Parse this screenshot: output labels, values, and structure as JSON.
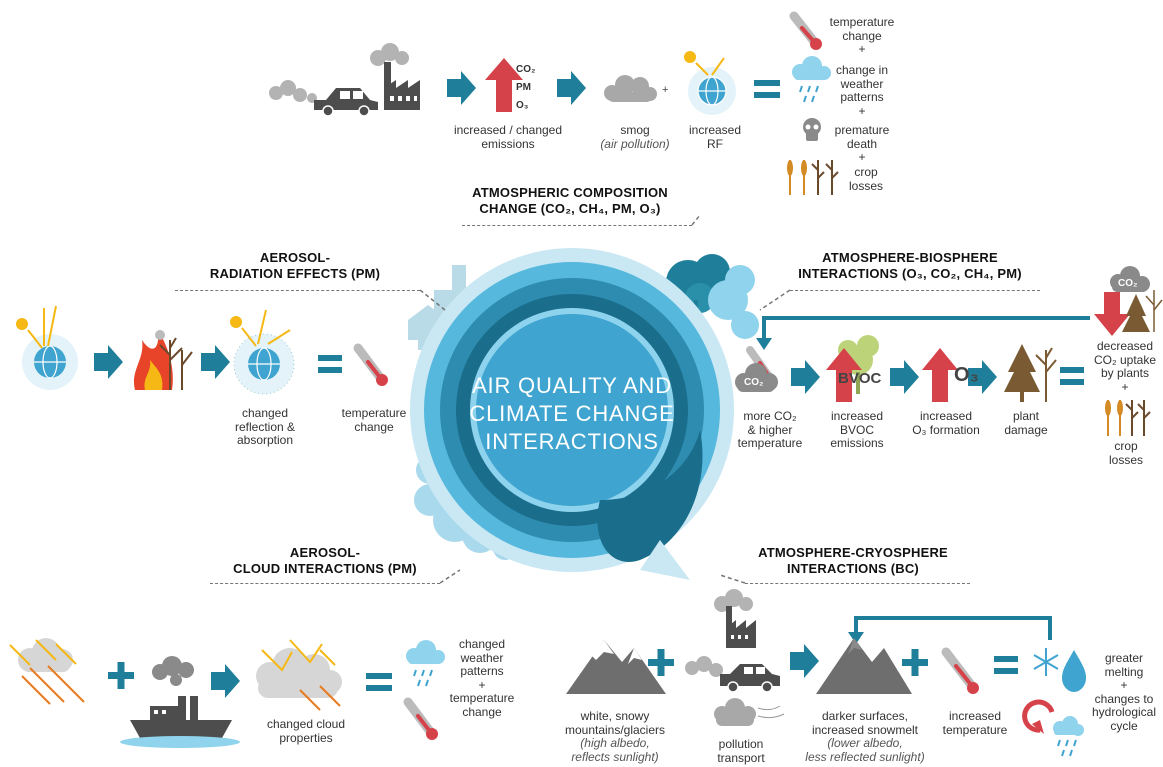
{
  "title": {
    "line1": "AIR QUALITY AND",
    "line2": "CLIMATE CHANGE",
    "line3": "INTERACTIONS"
  },
  "headers": {
    "composition": {
      "line1": "ATMOSPHERIC COMPOSITION",
      "line2": "CHANGE  (CO₂, CH₄, PM, O₃)"
    },
    "aerosol_radiation": {
      "line1": "AEROSOL-",
      "line2": "RADIATION EFFECTS (PM)"
    },
    "biosphere": {
      "line1": "ATMOSPHERE-BIOSPHERE",
      "line2": "INTERACTIONS (O₃, CO₂, CH₄, PM)"
    },
    "aerosol_cloud": {
      "line1": "AEROSOL-",
      "line2": "CLOUD INTERACTIONS (PM)"
    },
    "cryosphere": {
      "line1": "ATMOSPHERE-CRYOSPHERE",
      "line2": "INTERACTIONS (BC)"
    }
  },
  "composition": {
    "gases": {
      "co2": "CO₂",
      "pm": "PM",
      "o3": "O₃"
    },
    "emissions": {
      "line1": "increased / changed",
      "line2": "emissions"
    },
    "smog": {
      "line1": "smog",
      "line2": "(air pollution)"
    },
    "plus": "+",
    "rf": {
      "line1": "increased",
      "line2": "RF"
    },
    "outcomes": {
      "temp": {
        "line1": "temperature",
        "line2": "change"
      },
      "p1": "+",
      "weather": {
        "line1": "change in",
        "line2": "weather",
        "line3": "patterns"
      },
      "p2": "+",
      "death": {
        "line1": "premature",
        "line2": "death"
      },
      "p3": "+",
      "crop": {
        "line1": "crop",
        "line2": "losses"
      }
    }
  },
  "radiation": {
    "reflection": {
      "line1": "changed",
      "line2": "reflection &",
      "line3": "absorption"
    },
    "temp": {
      "line1": "temperature",
      "line2": "change"
    }
  },
  "biosphere": {
    "co2_badge": "CO₂",
    "co2_badge2": "CO₂",
    "bvoc": "BVOC",
    "o3": "O₃",
    "more_co2": {
      "line1": "more CO₂",
      "line2": "& higher",
      "line3": "temperature"
    },
    "bvoc_em": {
      "line1": "increased",
      "line2": "BVOC",
      "line3": "emissions"
    },
    "o3_form": {
      "line1": "increased",
      "line2": "O₃ formation"
    },
    "damage": {
      "line1": "plant",
      "line2": "damage"
    },
    "uptake": {
      "line1": "decreased",
      "line2": "CO₂ uptake",
      "line3": "by plants",
      "line4": "+"
    },
    "crop": {
      "line1": "crop",
      "line2": "losses"
    }
  },
  "cloud": {
    "props": {
      "line1": "changed cloud",
      "line2": "properties"
    },
    "out": {
      "line1": "changed",
      "line2": "weather",
      "line3": "patterns",
      "line4": "+",
      "line5": "temperature",
      "line6": "change"
    }
  },
  "cryo": {
    "white": {
      "line1": "white, snowy",
      "line2": "mountains/glaciers",
      "line3": "(high albedo,",
      "line4": "reflects sunlight)"
    },
    "transport": {
      "line1": "pollution",
      "line2": "transport"
    },
    "darker": {
      "line1": "darker surfaces,",
      "line2": "increased snowmelt",
      "line3": "(lower albedo,",
      "line4": "less reflected sunlight)"
    },
    "temp": {
      "line1": "increased",
      "line2": "temperature"
    },
    "melting": {
      "line1": "greater",
      "line2": "melting",
      "line3": "+",
      "line4": "changes to",
      "line5": "hydrological",
      "line6": "cycle"
    }
  },
  "colors": {
    "teal": "#1f7f9a",
    "red": "#d6424a",
    "light_blue": "#8fd3ec",
    "gray": "#8a8a8a",
    "dark": "#4d4d4d",
    "yellow": "#f5b814",
    "orange": "#e87b1e",
    "green": "#6a7d2e"
  }
}
